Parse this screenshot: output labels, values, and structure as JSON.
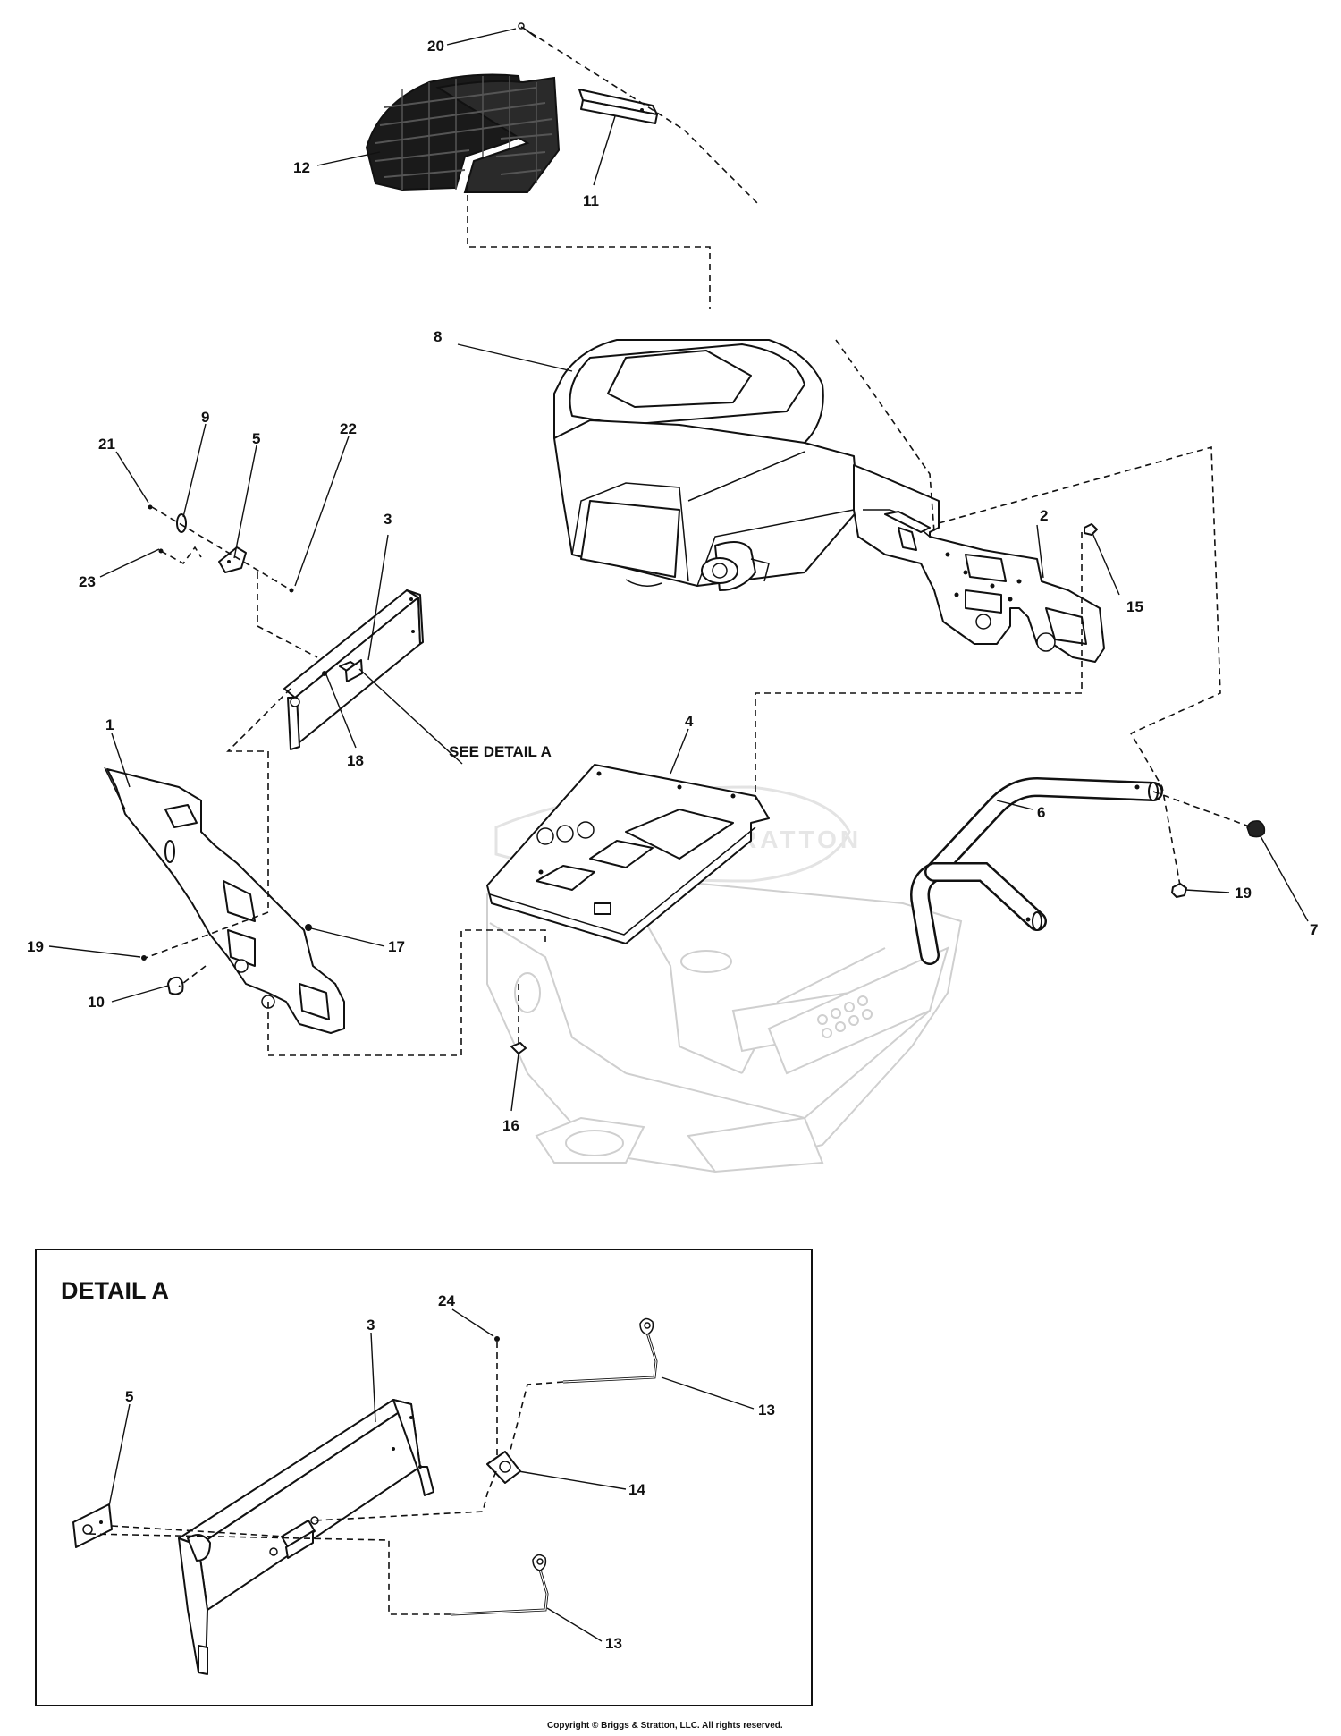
{
  "callouts": {
    "c1": "1",
    "c2": "2",
    "c3": "3",
    "c4": "4",
    "c5": "5",
    "c6": "6",
    "c7": "7",
    "c8": "8",
    "c9": "9",
    "c10": "10",
    "c11": "11",
    "c12": "12",
    "c15": "15",
    "c16": "16",
    "c17": "17",
    "c18": "18",
    "c19a": "19",
    "c19b": "19",
    "c20": "20",
    "c21": "21",
    "c22": "22",
    "c23": "23"
  },
  "see_detail": "SEE DETAIL A",
  "detail": {
    "title": "DETAIL A",
    "callouts": {
      "c3": "3",
      "c5": "5",
      "c13a": "13",
      "c13b": "13",
      "c14": "14",
      "c24": "24"
    }
  },
  "watermark": "BRIGGS & STRATTON",
  "copyright": "Copyright © Briggs & Stratton, LLC. All rights reserved."
}
